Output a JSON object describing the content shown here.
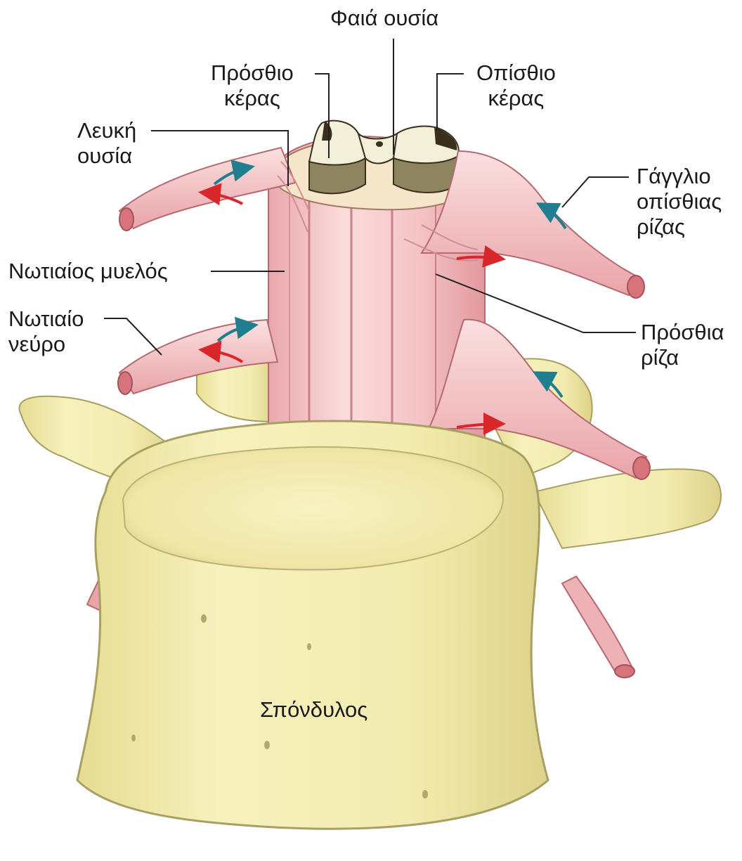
{
  "labels": {
    "grey_matter": "Φαιά ουσία",
    "anterior_horn": [
      "Πρόσθιο",
      "κέρας"
    ],
    "posterior_horn": [
      "Οπίσθιο",
      "κέρας"
    ],
    "white_matter": [
      "Λευκή",
      "ουσία"
    ],
    "dorsal_root_ganglion": [
      "Γάγγλιο",
      "οπίσθιας",
      "ρίζας"
    ],
    "spinal_cord": "Νωτιαίος μυελός",
    "spinal_nerve": [
      "Νωτιαίο",
      "νεύρο"
    ],
    "anterior_root": [
      "Πρόσθια",
      "ρίζα"
    ],
    "vertebra": "Σπόνδυλος"
  },
  "colors": {
    "bone": "#f3eeb4",
    "bone_shade": "#d9cf86",
    "bone_outline": "#a89f62",
    "cord": "#f4c6c8",
    "cord_shade": "#e6a3a8",
    "nerve": "#f3c3c6",
    "grey_matter": "#f2f0d8",
    "grey_matter_side": "#8d8460",
    "dark": "#3a2e1c",
    "arrow_afferent": "#1f7f8e",
    "arrow_efferent": "#d9262b",
    "leader": "#222222"
  }
}
